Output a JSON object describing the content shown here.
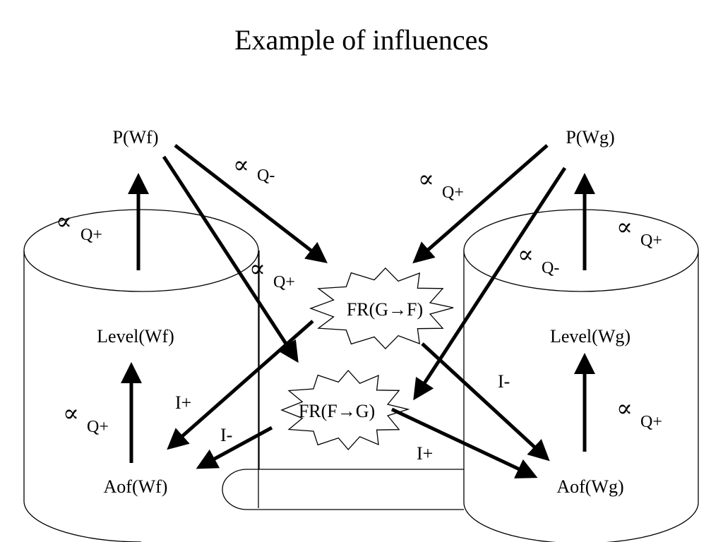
{
  "title": "Example of influences",
  "nodes": {
    "p_wf": "P(Wf)",
    "p_wg": "P(Wg)",
    "level_wf": "Level(Wf)",
    "level_wg": "Level(Wg)",
    "aof_wf": "Aof(Wf)",
    "aof_wg": "Aof(Wg)",
    "fr_gf": "FR(G→F)",
    "fr_fg": "FR(F→G)"
  },
  "influences": {
    "prop_symbol": "∝",
    "q_plus": "Q+",
    "q_minus": "Q-",
    "i_plus": "I+",
    "i_minus": "I-"
  }
}
